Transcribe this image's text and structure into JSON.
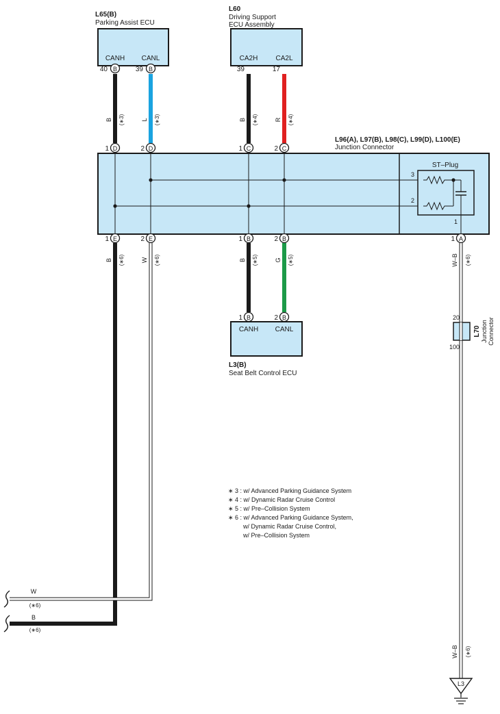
{
  "colors": {
    "box_fill": "#c7e7f7",
    "wire_black": "#1a1a1a",
    "wire_blue": "#1aa3e0",
    "wire_red": "#e02020",
    "wire_green": "#1c9a48",
    "wire_white": "#ffffff"
  },
  "components": {
    "l65": {
      "id": "L65(B)",
      "name": "Parking Assist ECU",
      "term1": "CANH",
      "term2": "CANL",
      "pin1": "40",
      "pin2": "39",
      "conn1": "B",
      "conn2": "B"
    },
    "l60": {
      "id": "L60",
      "name1": "Driving Support",
      "name2": "ECU Assembly",
      "term1": "CA2H",
      "term2": "CA2L",
      "pin1": "39",
      "pin2": "17"
    },
    "l3b": {
      "id": "L3(B)",
      "name": "Seat Belt Control ECU",
      "term1": "CANH",
      "term2": "CANL",
      "pin1": "1",
      "pin2": "2",
      "conn1": "B",
      "conn2": "B"
    },
    "junction": {
      "id": "L96(A), L97(B), L98(C), L99(D), L100(E)",
      "name": "Junction Connector"
    },
    "stplug": {
      "label": "ST–Plug",
      "pin3": "3",
      "pin2": "2",
      "pin1": "1"
    },
    "l70": {
      "id": "L70",
      "name1": "Junction",
      "name2": "Connector",
      "pin_top": "20",
      "pin_bottom": "100"
    },
    "ground": {
      "label": "L3"
    }
  },
  "pins": {
    "d1": {
      "num": "1",
      "conn": "D"
    },
    "d2": {
      "num": "2",
      "conn": "D"
    },
    "c1": {
      "num": "1",
      "conn": "C"
    },
    "c2": {
      "num": "2",
      "conn": "C"
    },
    "e1": {
      "num": "1",
      "conn": "E"
    },
    "e2": {
      "num": "2",
      "conn": "E"
    },
    "b1": {
      "num": "1",
      "conn": "B"
    },
    "b2": {
      "num": "2",
      "conn": "B"
    },
    "a1": {
      "num": "1",
      "conn": "A"
    }
  },
  "wires": {
    "l65_canh": {
      "color": "B",
      "note": "(∗3)"
    },
    "l65_canl": {
      "color": "L",
      "note": "(∗3)"
    },
    "l60_ca2h": {
      "color": "B",
      "note": "(∗4)"
    },
    "l60_ca2l": {
      "color": "R",
      "note": "(∗4)"
    },
    "e1": {
      "color": "B",
      "note": "(∗6)"
    },
    "e2": {
      "color": "W",
      "note": "(∗6)"
    },
    "b1": {
      "color": "B",
      "note": "(∗5)"
    },
    "b2": {
      "color": "G",
      "note": "(∗5)"
    },
    "a1_top": {
      "color": "W–B",
      "note": "(∗6)"
    },
    "a1_bottom": {
      "color": "W–B",
      "note": "(∗6)"
    },
    "out_w": {
      "color": "W",
      "note": "(∗6)"
    },
    "out_b": {
      "color": "B",
      "note": "(∗6)"
    }
  },
  "notes": [
    "∗ 3 : w/ Advanced Parking Guidance System",
    "∗ 4 : w/ Dynamic Radar Cruise Control",
    "∗ 5 : w/ Pre–Collision System",
    "∗ 6 : w/ Advanced Parking Guidance System,",
    "w/ Dynamic Radar Cruise Control,",
    "w/ Pre–Collision System"
  ]
}
